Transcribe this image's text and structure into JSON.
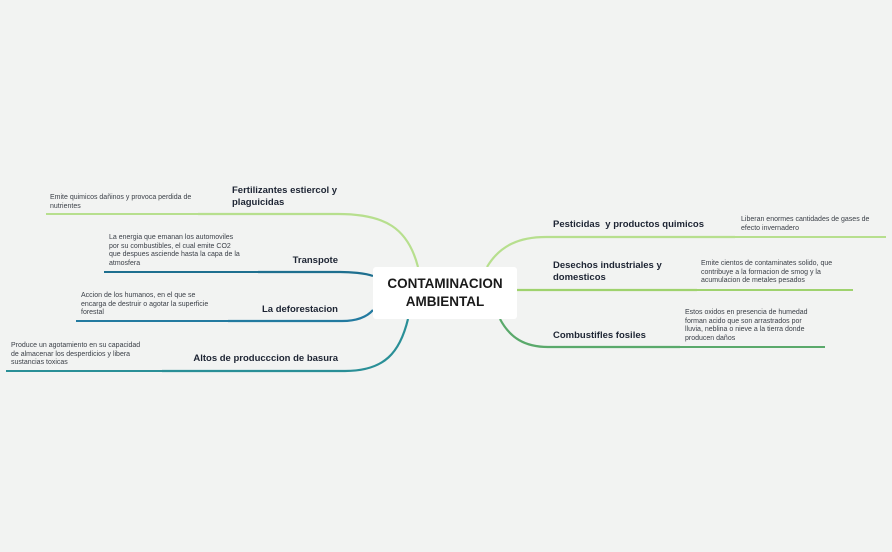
{
  "central": {
    "line1": "CONTAMINACION",
    "line2": "AMBIENTAL"
  },
  "left_branches": [
    {
      "title": [
        "Fertilizantes estiercol y",
        "plaguicidas"
      ],
      "note": [
        "Emite quimicos dañinos y provoca perdida de",
        "nutrientes"
      ],
      "color": "#b7df8e"
    },
    {
      "title": [
        "Transpote"
      ],
      "note": [
        "La energia que emanan los automoviles",
        "por su combustibles, el cual emite CO2",
        "que despues asciende hasta la capa de la",
        "atmosfera"
      ],
      "color": "#1e6f8f"
    },
    {
      "title": [
        "La deforestacion"
      ],
      "note": [
        "Accion de los humanos, en el que se",
        "encarga de destruir o agotar la superficie",
        "forestal"
      ],
      "color": "#237aa0"
    },
    {
      "title": [
        "Altos de producccion de basura"
      ],
      "note": [
        "Produce un agotamiento en su capacidad",
        "de almacenar los desperdicios y libera",
        "sustancias toxicas"
      ],
      "color": "#2a8f97"
    }
  ],
  "right_branches": [
    {
      "title": [
        "Pesticidas  y productos quimicos"
      ],
      "note": [
        "Liberan enormes cantidades de gases de",
        "efecto invernadero"
      ],
      "color": "#b7df8e"
    },
    {
      "title": [
        "Desechos industriales y",
        "domesticos"
      ],
      "note": [
        "Emite cientos de contaminates solido, que",
        "contribuye a la formacion de smog y la",
        "acumulacion de metales pesados"
      ],
      "color": "#9fd26e"
    },
    {
      "title": [
        "Combustifles fosiles"
      ],
      "note": [
        "Estos oxidos en presencia de humedad",
        "forman acido que son arrastrados por",
        "lluvia, neblina o nieve a la tierra donde",
        "producen daños"
      ],
      "color": "#5aa96b"
    }
  ]
}
